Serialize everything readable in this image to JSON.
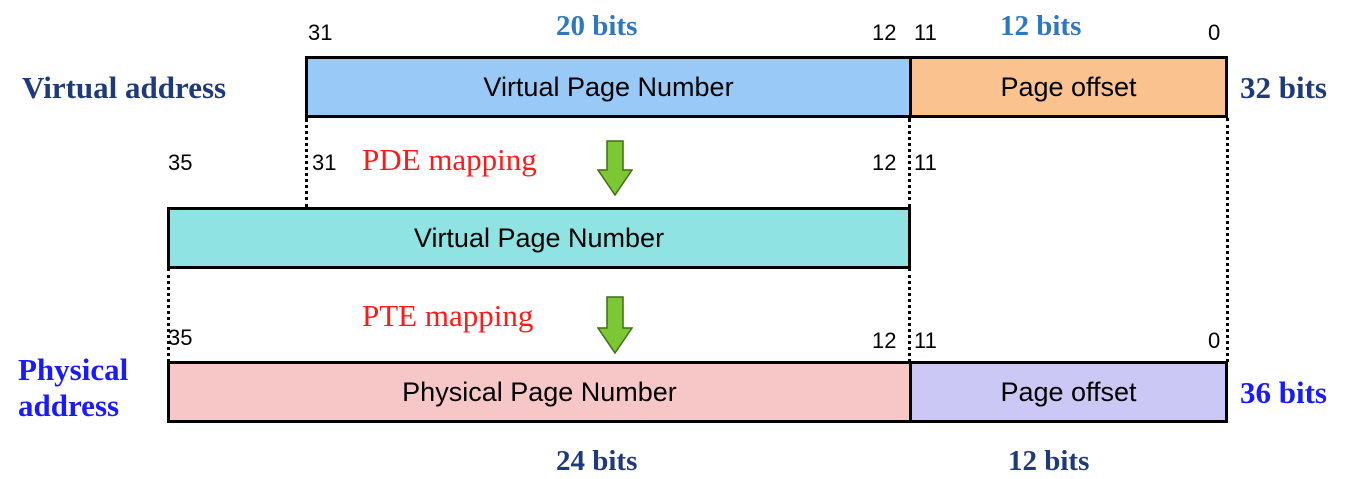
{
  "colors": {
    "vpn_virtual": "#99c9f6",
    "offset_virtual": "#fac28f",
    "vpn_mid": "#8fe3e3",
    "ppn_physical": "#f7c6c6",
    "offset_physical": "#cbc8f5",
    "arrow_fill": "#7cc734"
  },
  "top_labels": {
    "bit_31": "31",
    "width_20": "20 bits",
    "bit_12": "12",
    "bit_11": "11",
    "width_12": "12 bits",
    "bit_0": "0"
  },
  "virtual_row": {
    "title": "Virtual address",
    "vpn_label": "Virtual Page Number",
    "offset_label": "Page offset",
    "size": "32 bits"
  },
  "pde_row": {
    "bit_35": "35",
    "bit_31": "31",
    "mapping": "PDE mapping",
    "bit_12": "12",
    "bit_11": "11"
  },
  "mid_row": {
    "vpn_label": "Virtual Page Number"
  },
  "pte_row": {
    "bit_35": "35",
    "mapping": "PTE mapping",
    "bit_12": "12",
    "bit_11": "11",
    "bit_0": "0"
  },
  "physical_row": {
    "title_line1": "Physical",
    "title_line2": "address",
    "ppn_label": "Physical Page Number",
    "offset_label": "Page offset",
    "size": "36 bits"
  },
  "bottom_labels": {
    "width_24": "24 bits",
    "width_12": "12 bits"
  }
}
